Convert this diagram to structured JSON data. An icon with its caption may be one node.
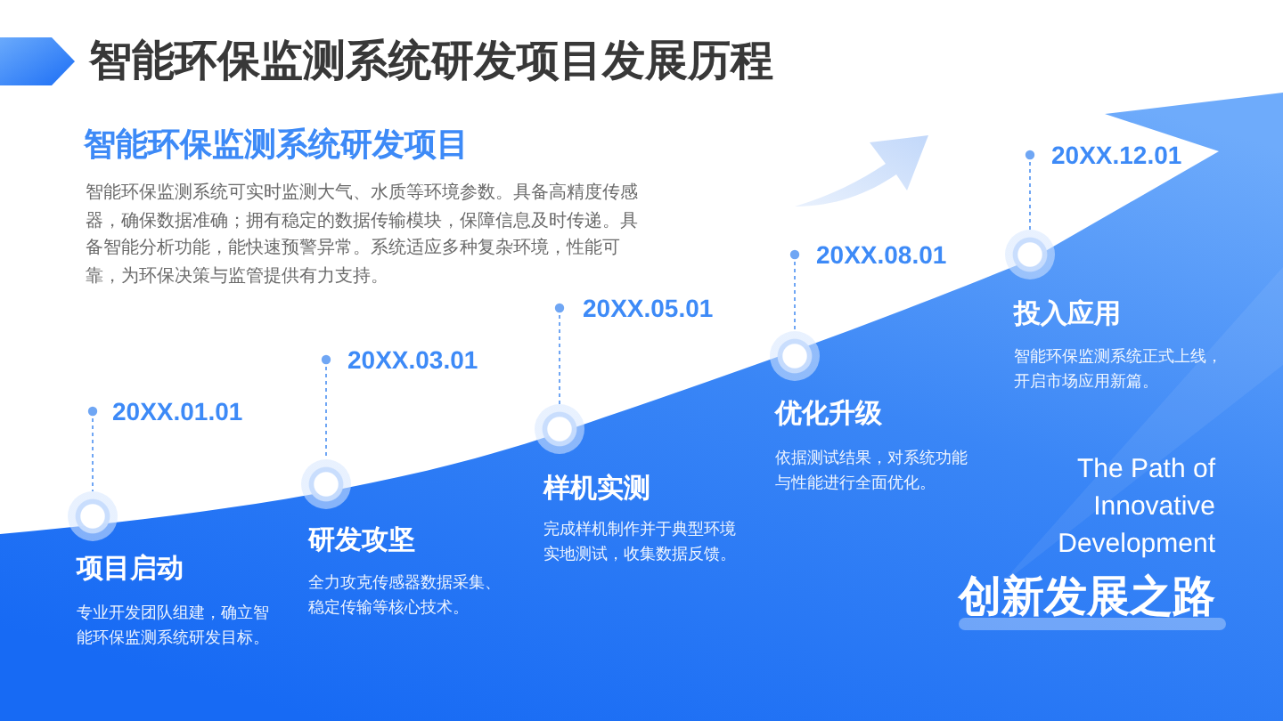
{
  "diagram": {
    "title": "智能环保监测系统研发项目发展历程",
    "nodes": [
      {
        "text": [
          "20XX.01.01"
        ]
      },
      {
        "text": [],
        "shape": "circle",
        "beside": [
          "项目启动",
          "专业开发团队组建，确立智能环保监测系统研发目标。"
        ]
      },
      {
        "text": [
          "20XX.03.01"
        ]
      },
      {
        "text": [],
        "shape": "circle",
        "beside": [
          "研发攻坚",
          "全力攻克传感器数据采集、稳定传输等核心技术。"
        ]
      },
      {
        "text": [
          "20XX.05.01"
        ]
      },
      {
        "text": [],
        "shape": "circle",
        "beside": [
          "样机实测",
          "完成样机制作并于典型环境实地测试，收集数据反馈。"
        ]
      },
      {
        "text": [
          "20XX.08.01"
        ]
      },
      {
        "text": [],
        "shape": "circle",
        "beside": [
          "优化升级",
          "依据测试结果，对系统功能与性能进行全面优化。"
        ]
      },
      {
        "text": [
          "20XX.12.01"
        ]
      },
      {
        "text": [],
        "shape": "circle",
        "beside": [
          "投入应用",
          "智能环保监测系统正式上线，开启市场应用新篇。"
        ]
      }
    ],
    "edges": [
      {
        "from": 0,
        "to": 1,
        "arrow": "other",
        "style": "dashed"
      },
      {
        "from": 2,
        "to": 3,
        "arrow": "other",
        "style": "dashed"
      },
      {
        "from": 4,
        "to": 5,
        "arrow": "other",
        "style": "dashed"
      },
      {
        "from": 6,
        "to": 7,
        "arrow": "other",
        "style": "dashed"
      },
      {
        "from": 8,
        "to": 9,
        "arrow": "other",
        "style": "dashed"
      }
    ],
    "labels": [
      "智能环保监测系统研发项目",
      "智能环保监测系统可实时监测大气、水质等环境参数。具备高精度传感器，确保数据准确；拥有稳定的数据传输模块，保障信息及时传递。具备智能分析功能，能快速预警异常。系统适应多种复杂环境，性能可靠，为环保决策与监管提供有力支持。",
      "The Path of Innovative Development",
      "创新发展之路"
    ]
  }
}
